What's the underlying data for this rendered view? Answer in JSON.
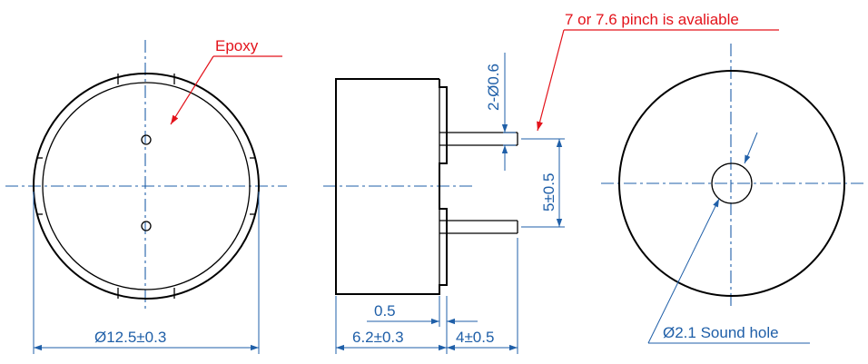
{
  "colors": {
    "dimension": "#1f5fa8",
    "annotation": "#e3131b",
    "outline": "#000000"
  },
  "labels": {
    "epoxy": "Epoxy",
    "pinch_note": "7 or 7.6 pinch is avaliable",
    "pin_diameter": "2-Ø0.6",
    "pin_spacing": "5±0.5",
    "body_diameter": "Ø12.5±0.3",
    "flange": "0.5",
    "body_height": "6.2±0.3",
    "pin_length": "4±0.5",
    "sound_hole": "Ø2.1 Sound hole"
  }
}
